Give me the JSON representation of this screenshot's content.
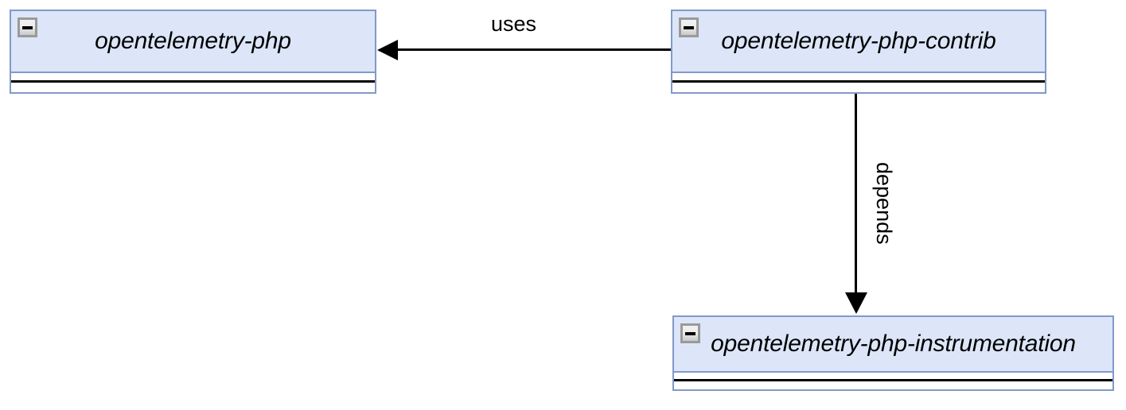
{
  "diagram": {
    "type": "uml-package-diagram",
    "background_color": "#ffffff",
    "node_fill_color": "#dce6f8",
    "node_border_color": "#8199cb",
    "edge_color": "#000000",
    "collapse_icon_name": "minus",
    "nodes": [
      {
        "id": "opentelemetry-php",
        "label": "opentelemetry-php",
        "icon": "collapse-minus-icon"
      },
      {
        "id": "opentelemetry-php-contrib",
        "label": "opentelemetry-php-contrib",
        "icon": "collapse-minus-icon"
      },
      {
        "id": "opentelemetry-php-instrumentation",
        "label": "opentelemetry-php-instrumentation",
        "icon": "collapse-minus-icon"
      }
    ],
    "edges": [
      {
        "id": "uses",
        "label": "uses",
        "from": "opentelemetry-php-contrib",
        "to": "opentelemetry-php",
        "direction": "horizontal-left",
        "arrow": "solid-filled-triangle"
      },
      {
        "id": "depends",
        "label": "depends",
        "from": "opentelemetry-php-contrib",
        "to": "opentelemetry-php-instrumentation",
        "direction": "vertical-down",
        "arrow": "solid-filled-triangle"
      }
    ]
  }
}
